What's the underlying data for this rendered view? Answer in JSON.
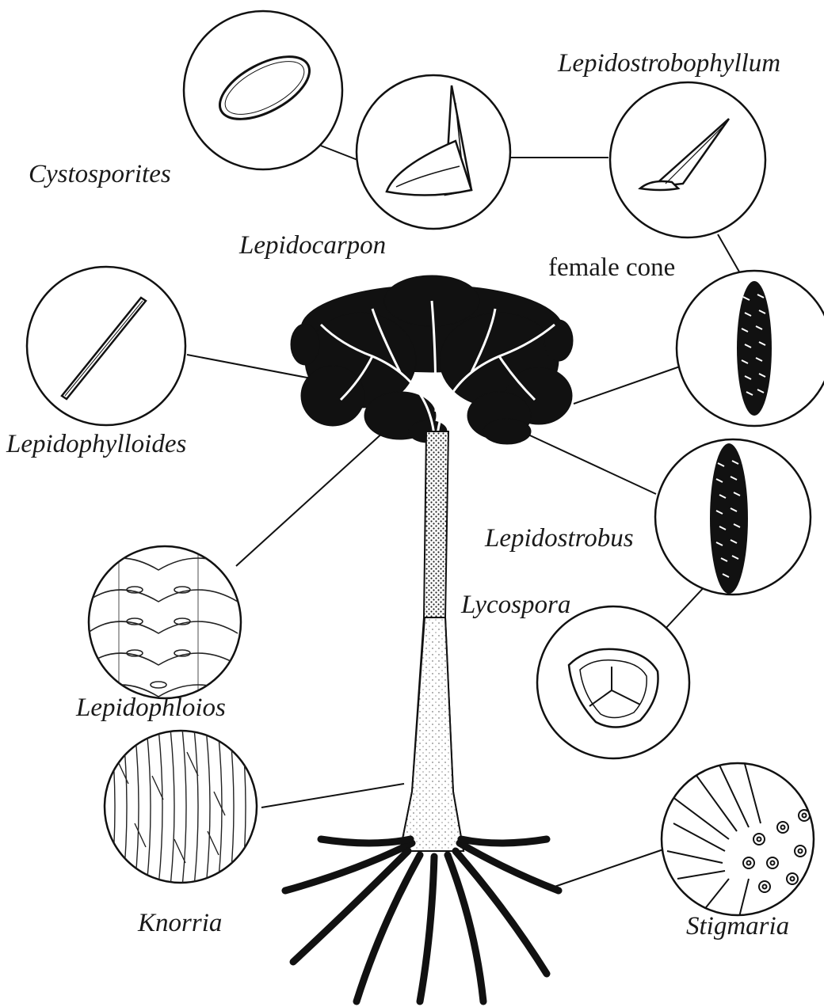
{
  "labels": {
    "lepidostrobophyllum": "Lepidostrobophyllum",
    "cystosporites": "Cystosporites",
    "lepidocarpon": "Lepidocarpon",
    "female_cone": "female cone",
    "lepidophylloides": "Lepidophylloides",
    "lepidostrobus": "Lepidostrobus",
    "lycospora": "Lycospora",
    "lepidophloios": "Lepidophloios",
    "knorria": "Knorria",
    "stigmaria": "Stigmaria"
  },
  "colors": {
    "ink": "#1a1a1a",
    "background": "#ffffff"
  }
}
